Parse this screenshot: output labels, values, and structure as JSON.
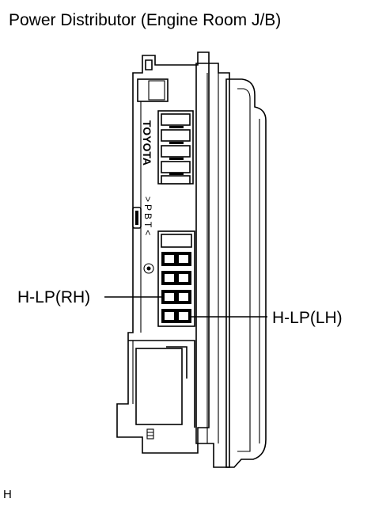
{
  "title": "Power Distributor (Engine Room J/B)",
  "labels": {
    "rh": "H-LP(RH)",
    "lh": "H-LP(LH)"
  },
  "footer": "H",
  "housing_text": {
    "brand": "TOYOTA",
    "material": ">PBT<"
  }
}
